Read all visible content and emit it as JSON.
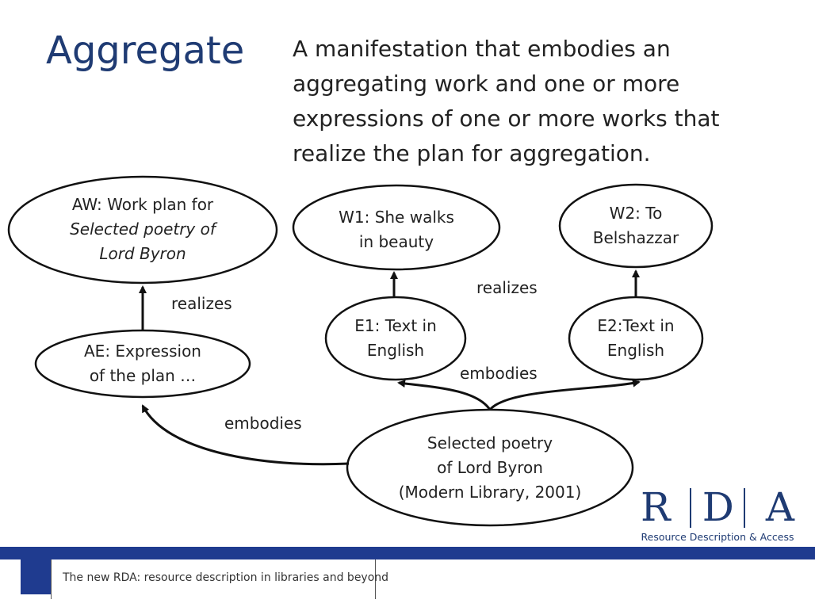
{
  "slide": {
    "title": "Aggregate",
    "definition": "A manifestation that embodies an aggregating work and one or more expressions of one or more works that realize the plan for aggregation."
  },
  "nodes": {
    "aw": {
      "line1": "AW: Work plan for",
      "line2": "Selected poetry of",
      "line3": "Lord Byron"
    },
    "ae": {
      "line1": "AE: Expression",
      "line2": "of the plan …"
    },
    "w1": {
      "line1": "W1: She walks",
      "line2": "in beauty"
    },
    "w2": {
      "line1": "W2: To",
      "line2": "Belshazzar"
    },
    "e1": {
      "line1": "E1: Text in",
      "line2": "English"
    },
    "e2": {
      "line1": "E2:Text in",
      "line2": "English"
    },
    "manifestation": {
      "line1": "Selected poetry",
      "line2": "of Lord Byron",
      "line3": "(Modern Library, 2001)"
    }
  },
  "edge_labels": {
    "realizes_left": "realizes",
    "realizes_right": "realizes",
    "embodies_left": "embodies",
    "embodies_right": "embodies"
  },
  "footer": {
    "text": "The new RDA: resource description in libraries and beyond"
  },
  "logo": {
    "letters": [
      "R",
      "D",
      "A"
    ],
    "tagline": "Resource Description & Access"
  },
  "colors": {
    "title": "#1f3b73",
    "footer_band": "#1f3b8f",
    "logo": "#1f3b73"
  }
}
